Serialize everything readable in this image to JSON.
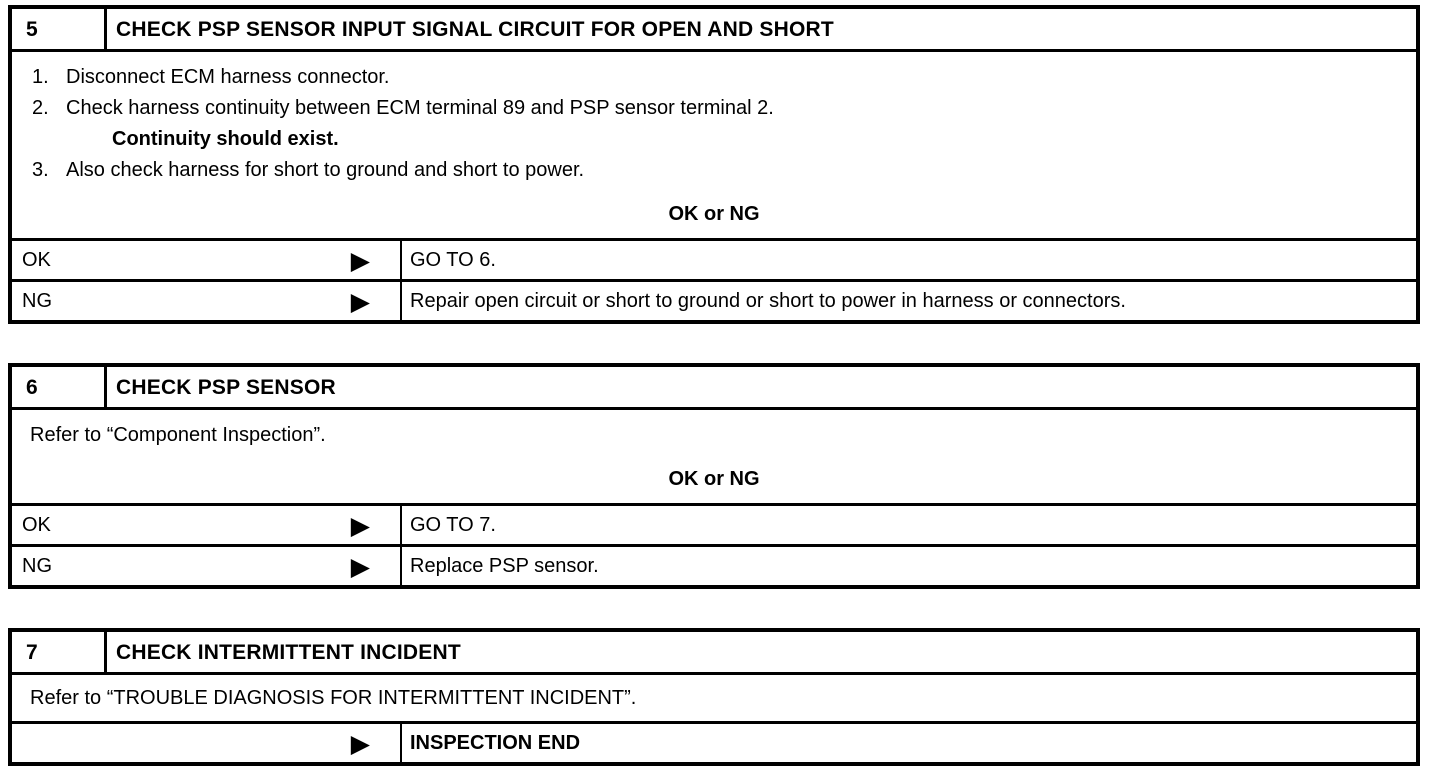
{
  "colors": {
    "ink": "#000000",
    "paper": "#ffffff"
  },
  "icons": {
    "result_arrow": "▶"
  },
  "tables": [
    {
      "step": "5",
      "title": "CHECK PSP SENSOR INPUT SIGNAL CIRCUIT FOR OPEN AND SHORT",
      "body": [
        {
          "num": "1.",
          "text": "Disconnect ECM harness connector."
        },
        {
          "num": "2.",
          "text": "Check harness continuity between ECM terminal 89 and PSP sensor terminal 2."
        },
        {
          "text": "Continuity should exist."
        },
        {
          "num": "3.",
          "text": "Also check harness for short to ground and short to power."
        }
      ],
      "ok_ng_label": "OK or NG",
      "results": [
        {
          "label": "OK",
          "action": "GO TO 6."
        },
        {
          "label": "NG",
          "action": "Repair open circuit or short to ground or short to power in harness or connectors."
        }
      ]
    },
    {
      "step": "6",
      "title": "CHECK PSP SENSOR",
      "body": [
        {
          "text": "Refer to “Component Inspection”."
        }
      ],
      "ok_ng_label": "OK or NG",
      "results": [
        {
          "label": "OK",
          "action": "GO TO 7."
        },
        {
          "label": "NG",
          "action": "Replace PSP sensor."
        }
      ]
    },
    {
      "step": "7",
      "title": "CHECK INTERMITTENT INCIDENT",
      "body": [
        {
          "text": "Refer to “TROUBLE DIAGNOSIS FOR INTERMITTENT INCIDENT”."
        }
      ],
      "results": [
        {
          "label": "",
          "action": "INSPECTION END"
        }
      ]
    }
  ]
}
